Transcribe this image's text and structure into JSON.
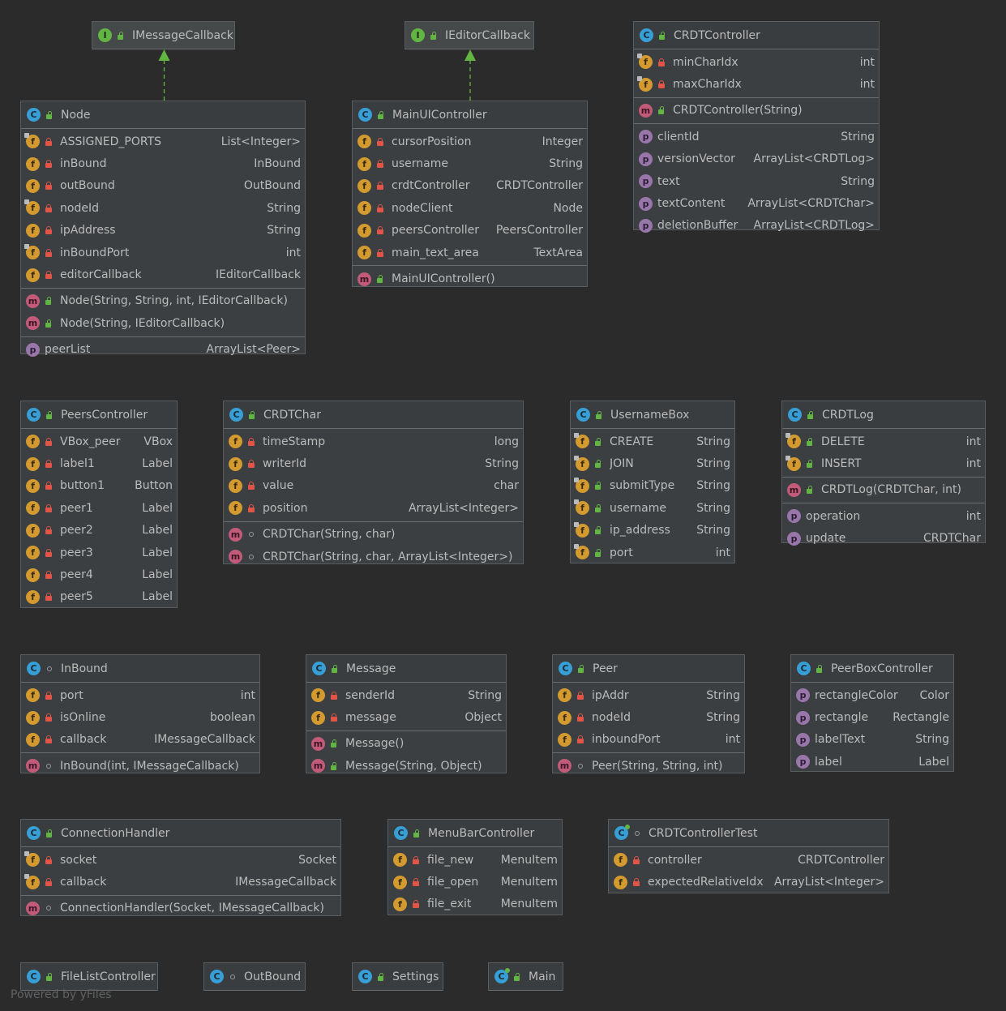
{
  "watermark": "Powered by yFiles",
  "colors": {
    "background": "#2b2b2b",
    "box": "#3c3f41",
    "class_icon": "#389fd6",
    "interface_icon": "#62b543",
    "field_icon": "#d39a30",
    "method_icon": "#c25b7a",
    "property_icon": "#9876aa",
    "public": "#62b543",
    "private": "#e05548",
    "realization_edge": "#62b543"
  },
  "nodes": [
    {
      "id": "IMessageCallback",
      "kind": "interface",
      "icon": "interface-icon",
      "vis": "public",
      "name": "IMessageCallback",
      "sections": []
    },
    {
      "id": "IEditorCallback",
      "kind": "interface",
      "icon": "interface-icon",
      "vis": "public",
      "name": "IEditorCallback",
      "sections": []
    },
    {
      "id": "CRDTController",
      "kind": "class",
      "icon": "class-icon",
      "vis": "public",
      "name": "CRDTController",
      "sections": [
        [
          {
            "k": "f",
            "s": true,
            "v": "private",
            "n": "minCharIdx",
            "t": "int"
          },
          {
            "k": "f",
            "s": true,
            "v": "private",
            "n": "maxCharIdx",
            "t": "int"
          }
        ],
        [
          {
            "k": "m",
            "v": "public",
            "n": "CRDTController(String)",
            "t": ""
          }
        ],
        [
          {
            "k": "p",
            "n": "clientId",
            "t": "String"
          },
          {
            "k": "p",
            "n": "versionVector",
            "t": "ArrayList<CRDTLog>"
          },
          {
            "k": "p",
            "n": "text",
            "t": "String"
          },
          {
            "k": "p",
            "n": "textContent",
            "t": "ArrayList<CRDTChar>"
          },
          {
            "k": "p",
            "n": "deletionBuffer",
            "t": "ArrayList<CRDTLog>"
          }
        ]
      ]
    },
    {
      "id": "Node",
      "kind": "class",
      "icon": "class-icon",
      "vis": "public",
      "name": "Node",
      "sections": [
        [
          {
            "k": "f",
            "s": true,
            "v": "private",
            "n": "ASSIGNED_PORTS",
            "t": "List<Integer>"
          },
          {
            "k": "f",
            "v": "private",
            "n": "inBound",
            "t": "InBound"
          },
          {
            "k": "f",
            "v": "private",
            "n": "outBound",
            "t": "OutBound"
          },
          {
            "k": "f",
            "s": true,
            "v": "private",
            "n": "nodeId",
            "t": "String"
          },
          {
            "k": "f",
            "v": "private",
            "n": "ipAddress",
            "t": "String"
          },
          {
            "k": "f",
            "s": true,
            "v": "private",
            "n": "inBoundPort",
            "t": "int"
          },
          {
            "k": "f",
            "v": "private",
            "n": "editorCallback",
            "t": "IEditorCallback"
          }
        ],
        [
          {
            "k": "m",
            "v": "public",
            "n": "Node(String, String, int, IEditorCallback)",
            "t": ""
          },
          {
            "k": "m",
            "v": "public",
            "n": "Node(String, IEditorCallback)",
            "t": ""
          }
        ],
        [
          {
            "k": "p",
            "n": "peerList",
            "t": "ArrayList<Peer>"
          }
        ]
      ]
    },
    {
      "id": "MainUIController",
      "kind": "class",
      "icon": "class-icon",
      "vis": "public",
      "name": "MainUIController",
      "sections": [
        [
          {
            "k": "f",
            "v": "private",
            "n": "cursorPosition",
            "t": "Integer"
          },
          {
            "k": "f",
            "v": "private",
            "n": "username",
            "t": "String"
          },
          {
            "k": "f",
            "v": "private",
            "n": "crdtController",
            "t": "CRDTController"
          },
          {
            "k": "f",
            "v": "private",
            "n": "nodeClient",
            "t": "Node"
          },
          {
            "k": "f",
            "v": "private",
            "n": "peersController",
            "t": "PeersController"
          },
          {
            "k": "f",
            "v": "private",
            "n": "main_text_area",
            "t": "TextArea"
          }
        ],
        [
          {
            "k": "m",
            "v": "public",
            "n": "MainUIController()",
            "t": ""
          }
        ]
      ]
    },
    {
      "id": "PeersController",
      "kind": "class",
      "icon": "class-icon",
      "vis": "public",
      "name": "PeersController",
      "sections": [
        [
          {
            "k": "f",
            "v": "private",
            "n": "VBox_peer",
            "t": "VBox"
          },
          {
            "k": "f",
            "v": "private",
            "n": "label1",
            "t": "Label"
          },
          {
            "k": "f",
            "v": "private",
            "n": "button1",
            "t": "Button"
          },
          {
            "k": "f",
            "v": "private",
            "n": "peer1",
            "t": "Label"
          },
          {
            "k": "f",
            "v": "private",
            "n": "peer2",
            "t": "Label"
          },
          {
            "k": "f",
            "v": "private",
            "n": "peer3",
            "t": "Label"
          },
          {
            "k": "f",
            "v": "private",
            "n": "peer4",
            "t": "Label"
          },
          {
            "k": "f",
            "v": "private",
            "n": "peer5",
            "t": "Label"
          }
        ]
      ]
    },
    {
      "id": "CRDTChar",
      "kind": "class",
      "icon": "class-icon",
      "vis": "public",
      "name": "CRDTChar",
      "sections": [
        [
          {
            "k": "f",
            "v": "private",
            "n": "timeStamp",
            "t": "long"
          },
          {
            "k": "f",
            "v": "private",
            "n": "writerId",
            "t": "String"
          },
          {
            "k": "f",
            "v": "private",
            "n": "value",
            "t": "char"
          },
          {
            "k": "f",
            "v": "private",
            "n": "position",
            "t": "ArrayList<Integer>"
          }
        ],
        [
          {
            "k": "m",
            "v": "package",
            "n": "CRDTChar(String, char)",
            "t": ""
          },
          {
            "k": "m",
            "v": "package",
            "n": "CRDTChar(String, char, ArrayList<Integer>)",
            "t": ""
          }
        ]
      ]
    },
    {
      "id": "UsernameBox",
      "kind": "class",
      "icon": "class-icon",
      "vis": "public",
      "name": "UsernameBox",
      "sections": [
        [
          {
            "k": "f",
            "s": true,
            "v": "public",
            "n": "CREATE",
            "t": "String"
          },
          {
            "k": "f",
            "s": true,
            "v": "public",
            "n": "JOIN",
            "t": "String"
          },
          {
            "k": "f",
            "s": true,
            "v": "public",
            "n": "submitType",
            "t": "String"
          },
          {
            "k": "f",
            "s": true,
            "v": "public",
            "n": "username",
            "t": "String"
          },
          {
            "k": "f",
            "s": true,
            "v": "public",
            "n": "ip_address",
            "t": "String"
          },
          {
            "k": "f",
            "s": true,
            "v": "public",
            "n": "port",
            "t": "int"
          }
        ]
      ]
    },
    {
      "id": "CRDTLog",
      "kind": "class",
      "icon": "class-icon",
      "vis": "public",
      "name": "CRDTLog",
      "sections": [
        [
          {
            "k": "f",
            "s": true,
            "v": "public",
            "n": "DELETE",
            "t": "int"
          },
          {
            "k": "f",
            "s": true,
            "v": "public",
            "n": "INSERT",
            "t": "int"
          }
        ],
        [
          {
            "k": "m",
            "v": "public",
            "n": "CRDTLog(CRDTChar, int)",
            "t": ""
          }
        ],
        [
          {
            "k": "p",
            "n": "operation",
            "t": "int"
          },
          {
            "k": "p",
            "n": "update",
            "t": "CRDTChar"
          }
        ]
      ]
    },
    {
      "id": "InBound",
      "kind": "class",
      "icon": "class-icon",
      "vis": "package",
      "name": "InBound",
      "sections": [
        [
          {
            "k": "f",
            "v": "private",
            "n": "port",
            "t": "int"
          },
          {
            "k": "f",
            "v": "private",
            "n": "isOnline",
            "t": "boolean"
          },
          {
            "k": "f",
            "v": "private",
            "n": "callback",
            "t": "IMessageCallback"
          }
        ],
        [
          {
            "k": "m",
            "v": "package",
            "n": "InBound(int, IMessageCallback)",
            "t": ""
          }
        ]
      ]
    },
    {
      "id": "Message",
      "kind": "class",
      "icon": "class-icon",
      "vis": "public",
      "name": "Message",
      "sections": [
        [
          {
            "k": "f",
            "v": "private",
            "n": "senderId",
            "t": "String"
          },
          {
            "k": "f",
            "v": "private",
            "n": "message",
            "t": "Object"
          }
        ],
        [
          {
            "k": "m",
            "v": "public",
            "n": "Message()",
            "t": ""
          },
          {
            "k": "m",
            "v": "public",
            "n": "Message(String, Object)",
            "t": ""
          }
        ]
      ]
    },
    {
      "id": "Peer",
      "kind": "class",
      "icon": "class-icon",
      "vis": "public",
      "name": "Peer",
      "sections": [
        [
          {
            "k": "f",
            "v": "private",
            "n": "ipAddr",
            "t": "String"
          },
          {
            "k": "f",
            "v": "private",
            "n": "nodeId",
            "t": "String"
          },
          {
            "k": "f",
            "v": "private",
            "n": "inboundPort",
            "t": "int"
          }
        ],
        [
          {
            "k": "m",
            "v": "package",
            "n": "Peer(String, String, int)",
            "t": ""
          }
        ]
      ]
    },
    {
      "id": "PeerBoxController",
      "kind": "class",
      "icon": "class-icon",
      "vis": "public",
      "name": "PeerBoxController",
      "sections": [
        [
          {
            "k": "p",
            "n": "rectangleColor",
            "t": "Color"
          },
          {
            "k": "p",
            "n": "rectangle",
            "t": "Rectangle"
          },
          {
            "k": "p",
            "n": "labelText",
            "t": "String"
          },
          {
            "k": "p",
            "n": "label",
            "t": "Label"
          }
        ]
      ]
    },
    {
      "id": "ConnectionHandler",
      "kind": "class",
      "icon": "class-icon",
      "vis": "public",
      "name": "ConnectionHandler",
      "sections": [
        [
          {
            "k": "f",
            "s": true,
            "v": "private",
            "n": "socket",
            "t": "Socket"
          },
          {
            "k": "f",
            "s": true,
            "v": "private",
            "n": "callback",
            "t": "IMessageCallback"
          }
        ],
        [
          {
            "k": "m",
            "v": "package",
            "n": "ConnectionHandler(Socket, IMessageCallback)",
            "t": ""
          }
        ]
      ]
    },
    {
      "id": "MenuBarController",
      "kind": "class",
      "icon": "class-icon",
      "vis": "public",
      "name": "MenuBarController",
      "sections": [
        [
          {
            "k": "f",
            "v": "private",
            "n": "file_new",
            "t": "MenuItem"
          },
          {
            "k": "f",
            "v": "private",
            "n": "file_open",
            "t": "MenuItem"
          },
          {
            "k": "f",
            "v": "private",
            "n": "file_exit",
            "t": "MenuItem"
          }
        ]
      ]
    },
    {
      "id": "CRDTControllerTest",
      "kind": "class",
      "icon": "test-class-icon",
      "vis": "package",
      "name": "CRDTControllerTest",
      "sections": [
        [
          {
            "k": "f",
            "v": "private",
            "n": "controller",
            "t": "CRDTController"
          },
          {
            "k": "f",
            "v": "private",
            "n": "expectedRelativeIdx",
            "t": "ArrayList<Integer>"
          }
        ]
      ]
    },
    {
      "id": "FileListController",
      "kind": "class",
      "icon": "class-icon",
      "vis": "public",
      "name": "FileListController",
      "sections": []
    },
    {
      "id": "OutBound",
      "kind": "class",
      "icon": "class-icon",
      "vis": "package",
      "name": "OutBound",
      "sections": []
    },
    {
      "id": "Settings",
      "kind": "class",
      "icon": "class-icon",
      "vis": "public",
      "name": "Settings",
      "sections": []
    },
    {
      "id": "Main",
      "kind": "class",
      "icon": "runnable-class-icon",
      "vis": "public",
      "name": "Main",
      "sections": []
    }
  ],
  "edges": [
    {
      "from": "Node",
      "to": "IMessageCallback",
      "type": "realization"
    },
    {
      "from": "MainUIController",
      "to": "IEditorCallback",
      "type": "realization"
    }
  ]
}
